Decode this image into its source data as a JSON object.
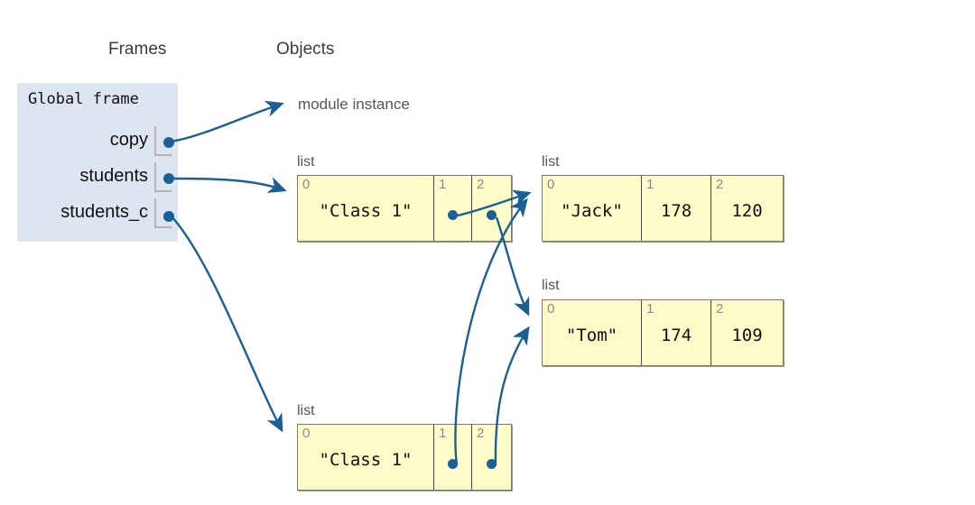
{
  "headings": {
    "frames": "Frames",
    "objects": "Objects"
  },
  "frame": {
    "title": "Global frame",
    "variables": [
      {
        "name": "copy",
        "label": "copy",
        "target": "module instance"
      },
      {
        "name": "students",
        "label": "students",
        "target": "list-students"
      },
      {
        "name": "students_c",
        "label": "students_c",
        "target": "list-students_c"
      }
    ]
  },
  "objects": {
    "module_instance": {
      "label": "module instance"
    },
    "lists": [
      {
        "id": "list-students",
        "type_label": "list",
        "cells": [
          {
            "index": "0",
            "value": "\"Class 1\"",
            "is_pointer": false
          },
          {
            "index": "1",
            "value": "",
            "is_pointer": true
          },
          {
            "index": "2",
            "value": "",
            "is_pointer": true
          }
        ]
      },
      {
        "id": "list-jack",
        "type_label": "list",
        "cells": [
          {
            "index": "0",
            "value": "\"Jack\"",
            "is_pointer": false
          },
          {
            "index": "1",
            "value": "178",
            "is_pointer": false
          },
          {
            "index": "2",
            "value": "120",
            "is_pointer": false
          }
        ]
      },
      {
        "id": "list-tom",
        "type_label": "list",
        "cells": [
          {
            "index": "0",
            "value": "\"Tom\"",
            "is_pointer": false
          },
          {
            "index": "1",
            "value": "174",
            "is_pointer": false
          },
          {
            "index": "2",
            "value": "109",
            "is_pointer": false
          }
        ]
      },
      {
        "id": "list-students_c",
        "type_label": "list",
        "cells": [
          {
            "index": "0",
            "value": "\"Class 1\"",
            "is_pointer": false
          },
          {
            "index": "1",
            "value": "",
            "is_pointer": true
          },
          {
            "index": "2",
            "value": "",
            "is_pointer": true
          }
        ]
      }
    ]
  },
  "colors": {
    "frame_background": "#dde5f1",
    "object_background": "#fdfbc8",
    "pointer": "#1a5f96",
    "arrow": "#1a5f96",
    "object_border": "#4a4a3a",
    "slot_border": "#b4b4b4",
    "text": "#111111",
    "muted_text": "#555555",
    "index_text": "#8a8a8a",
    "page_background": "#ffffff"
  },
  "arrows": [
    {
      "name": "arrow-copy-to-module",
      "from": "copy",
      "to": "module-instance"
    },
    {
      "name": "arrow-students-to-list",
      "from": "students",
      "to": "list-students"
    },
    {
      "name": "arrow-students_c-to-list",
      "from": "students_c",
      "to": "list-students_c"
    },
    {
      "name": "arrow-students-1-to-jack",
      "from": "list-students[1]",
      "to": "list-jack"
    },
    {
      "name": "arrow-students-2-to-tom",
      "from": "list-students[2]",
      "to": "list-tom"
    },
    {
      "name": "arrow-students_c-1-to-jack",
      "from": "list-students_c[1]",
      "to": "list-jack"
    },
    {
      "name": "arrow-students_c-2-to-tom",
      "from": "list-students_c[2]",
      "to": "list-tom"
    }
  ]
}
